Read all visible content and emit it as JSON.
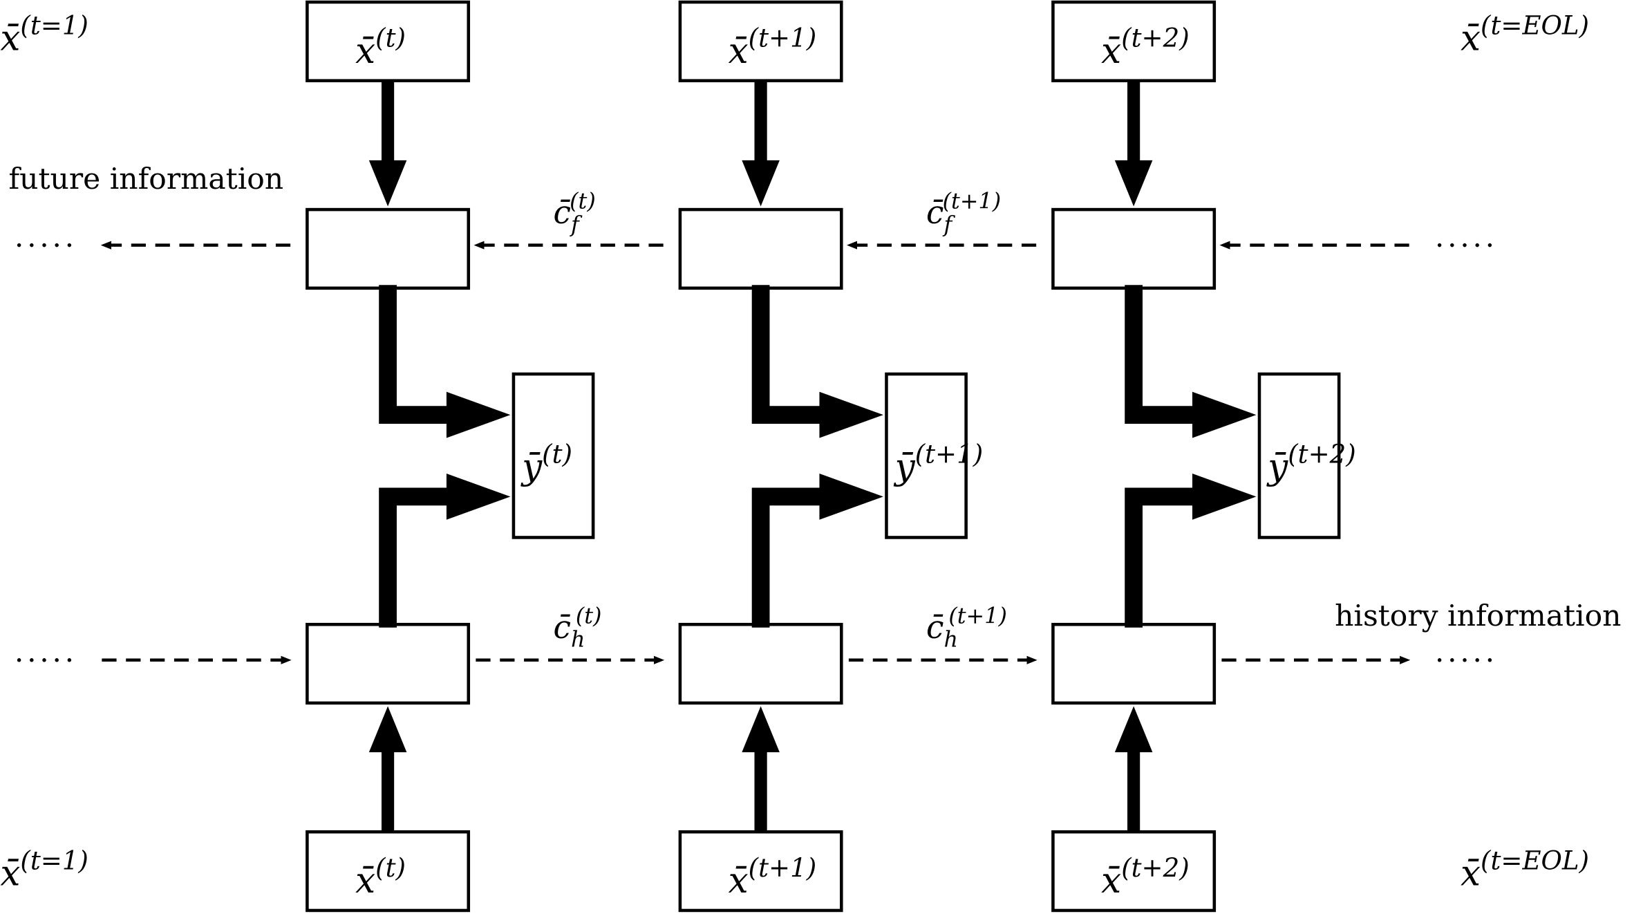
{
  "diagram": {
    "title": "Bidirectional recurrent network unrolled over time",
    "colors": {
      "stroke": "#000000",
      "background": "#ffffff"
    },
    "columns": [
      {
        "id": "t",
        "top_input": {
          "base": "x̄",
          "sup": "(t)"
        },
        "bottom_input": {
          "base": "x̄",
          "sup": "(t)"
        },
        "output": {
          "base": "ȳ",
          "sup": "(t)"
        },
        "future_state": {
          "base": "c̄",
          "sub": "f",
          "sup": "(t)"
        },
        "history_state": {
          "base": "c̄",
          "sub": "h",
          "sup": "(t)"
        }
      },
      {
        "id": "t+1",
        "top_input": {
          "base": "x̄",
          "sup": "(t+1)"
        },
        "bottom_input": {
          "base": "x̄",
          "sup": "(t+1)"
        },
        "output": {
          "base": "ȳ",
          "sup": "(t+1)"
        },
        "future_state": {
          "base": "c̄",
          "sub": "f",
          "sup": "(t+1)"
        },
        "history_state": {
          "base": "c̄",
          "sub": "h",
          "sup": "(t+1)"
        }
      },
      {
        "id": "t+2",
        "top_input": {
          "base": "x̄",
          "sup": "(t+2)"
        },
        "bottom_input": {
          "base": "x̄",
          "sup": "(t+2)"
        },
        "output": {
          "base": "ȳ",
          "sup": "(t+2)"
        }
      }
    ],
    "corner_labels": {
      "top_left": {
        "base": "x̄",
        "sup": "(t=1)"
      },
      "top_right": {
        "base": "x̄",
        "sup": "(t=EOL)"
      },
      "bottom_left": {
        "base": "x̄",
        "sup": "(t=1)"
      },
      "bottom_right": {
        "base": "x̄",
        "sup": "(t=EOL)"
      }
    },
    "annotations": {
      "future": "future information",
      "history": "history information"
    },
    "ellipsis": "· · · · ·"
  }
}
